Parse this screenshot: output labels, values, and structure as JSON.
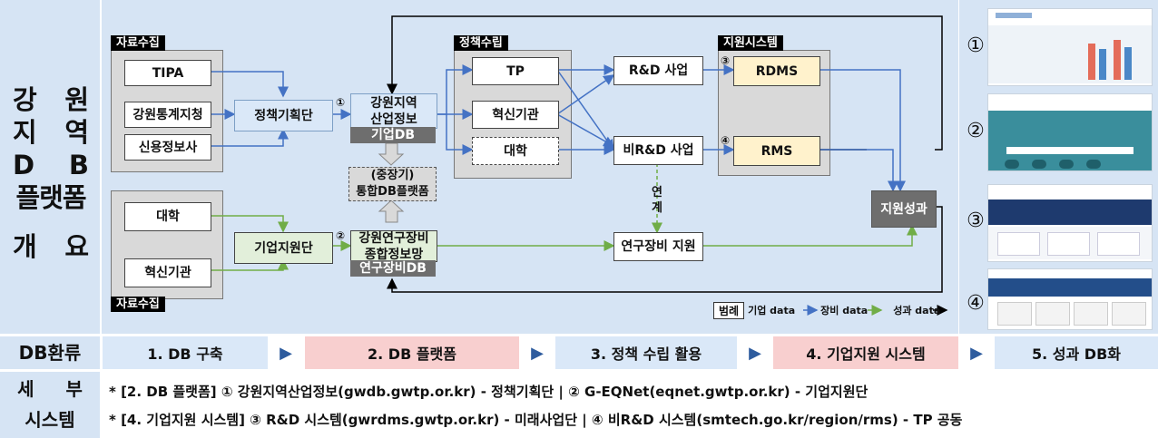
{
  "left_title": {
    "line1": [
      "강",
      "원"
    ],
    "line2": [
      "지",
      "역"
    ],
    "line3": [
      "D",
      "B"
    ],
    "line4": "플랫폼",
    "line5": [
      "개",
      "요"
    ]
  },
  "groups": {
    "collect_top": "자료수집",
    "collect_bottom": "자료수집",
    "policy": "정책수립",
    "support": "지원시스템"
  },
  "nodes": {
    "tipa": "TIPA",
    "gw_stat": "강원통계지청",
    "credit": "신용정보사",
    "policy_team": "정책기획단",
    "gw_industry": "강원지역\n산업정보",
    "gw_industry_sub": "기업DB",
    "midterm": "(중장기)\n통합DB플랫폼",
    "univ_top": "대학",
    "innov_bottom": "혁신기관",
    "support_team": "기업지원단",
    "gw_equip": "강원연구장비\n종합정보망",
    "gw_equip_sub": "연구장비DB",
    "tp": "TP",
    "innov_mid": "혁신기관",
    "univ_mid": "대학",
    "rnd": "R&D 사업",
    "non_rnd": "비R&D 사업",
    "equip_support": "연구장비 지원",
    "rdms": "RDMS",
    "rms": "RMS",
    "result": "지원성과"
  },
  "markers": [
    "①",
    "②",
    "③",
    "④"
  ],
  "link_label": [
    "연",
    "계"
  ],
  "legend": {
    "title": "범례",
    "company": "기업 data",
    "equip": "장비 data",
    "result": "성과 data"
  },
  "thumbnails": [
    "①",
    "②",
    "③",
    "④"
  ],
  "flow_row": {
    "label": "DB환류",
    "steps": [
      "1. DB 구축",
      "2. DB 플랫폼",
      "3. 정책 수립 활용",
      "4. 기업지원 시스템",
      "5. 성과 DB화"
    ],
    "arrow": "▶"
  },
  "detail_row": {
    "label_line1": "세 부",
    "label_line2": "시스템",
    "line1": "* [2. DB 플랫폼] ① 강원지역산업정보(gwdb.gwtp.or.kr) - 정책기획단 | ② G-EQNet(eqnet.gwtp.or.kr) - 기업지원단",
    "line2": "* [4. 기업지원 시스템] ③ R&D 시스템(gwrdms.gwtp.or.kr) - 미래사업단 | ④ 비R&D 시스템(smtech.go.kr/region/rms) - TP 공동"
  },
  "colors": {
    "company_data": "#4472c4",
    "equip_data": "#70ad47",
    "result_data": "#000000",
    "panel_bg": "#d6e4f4",
    "highlight": "#f8cfcf"
  }
}
